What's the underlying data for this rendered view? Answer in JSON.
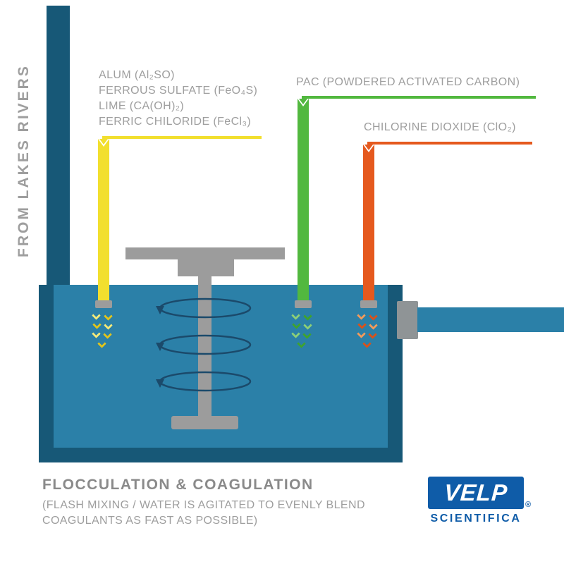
{
  "source": {
    "label": "FROM LAKES RIVERS"
  },
  "coagulant_feed": {
    "line1": "ALUM (Al₂SO)",
    "line2": "FERROUS SULFATE (FeO₄S)",
    "line3": "LIME (CA(OH)₂)",
    "line4": "FERRIC CHILORIDE (FeCl₃)"
  },
  "pac_feed": {
    "label": "PAC (POWDERED ACTIVATED CARBON)"
  },
  "chlorine_feed": {
    "label": "CHILORINE DIOXIDE (ClO₂)"
  },
  "caption": {
    "title": "FLOCCULATION & COAGULATION",
    "subtitle1": "(FLASH MIXING / WATER IS AGITATED TO EVENLY BLEND",
    "subtitle2": "COAGULANTS AS FAST AS POSSIBLE)"
  },
  "logo": {
    "wordmark": "VELP",
    "registered": "®",
    "subtitle": "SCIENTIFICA"
  },
  "colors": {
    "tank_border": "#175877",
    "water": "#2B80A8",
    "coagulant_yellow": "#F2DF2E",
    "pac_green": "#52B83F",
    "chlorine_orange": "#E5591E",
    "label_gray": "#9E9E9E",
    "logo_blue": "#0F5CA8"
  }
}
